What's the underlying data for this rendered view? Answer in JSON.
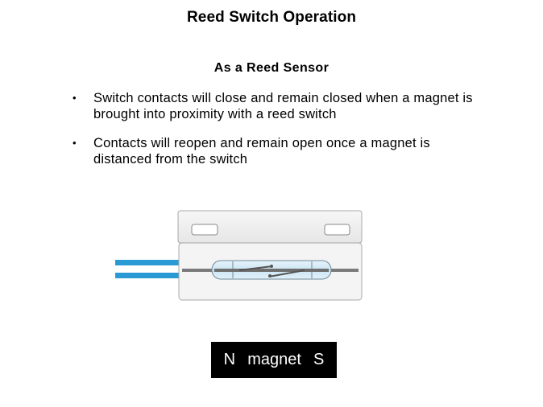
{
  "title": "Reed Switch Operation",
  "subtitle": "As a Reed Sensor",
  "bullets": [
    "Switch contacts will close and remain closed when a magnet is brought into proximity with a reed switch",
    "Contacts will reopen and remain open once a magnet is distanced from the switch"
  ],
  "bullet_symbol": "•",
  "magnet": {
    "north": "N",
    "label": "magnet",
    "south": "S"
  },
  "colors": {
    "wire": "#2a9ad5",
    "magnet_bg": "#000000",
    "glass": "#cfe8f6",
    "housing": "#f2f2f2"
  }
}
